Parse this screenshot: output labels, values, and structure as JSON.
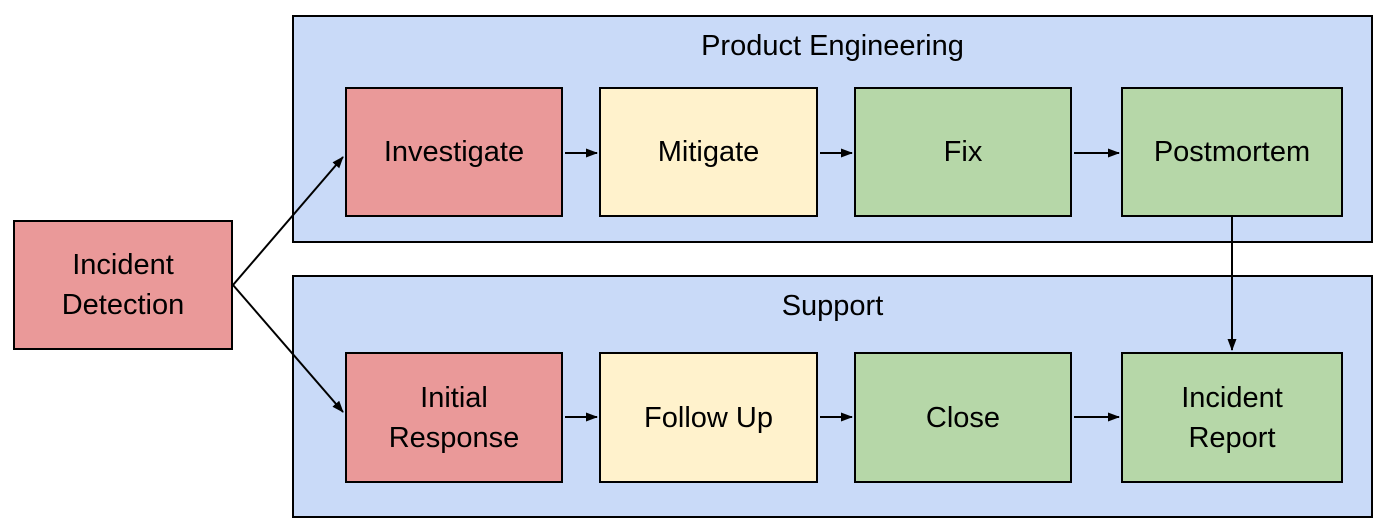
{
  "colors": {
    "canvas_bg": "#ffffff",
    "lane_fill": "#c9daf8",
    "border": "#000000",
    "node_red": "#ea9999",
    "node_yellow": "#fff2cc",
    "node_green": "#b6d7a8",
    "text": "#000000"
  },
  "start": {
    "label": "Incident\nDetection",
    "name": "Incident Detection",
    "color": "#ea9999"
  },
  "lanes": [
    {
      "title": "Product Engineering",
      "nodes": [
        {
          "label": "Investigate",
          "color": "#ea9999"
        },
        {
          "label": "Mitigate",
          "color": "#fff2cc"
        },
        {
          "label": "Fix",
          "color": "#b6d7a8"
        },
        {
          "label": "Postmortem",
          "color": "#b6d7a8"
        }
      ]
    },
    {
      "title": "Support",
      "nodes": [
        {
          "label": "Initial\nResponse",
          "name": "Initial Response",
          "color": "#ea9999"
        },
        {
          "label": "Follow Up",
          "color": "#fff2cc"
        },
        {
          "label": "Close",
          "color": "#b6d7a8"
        },
        {
          "label": "Incident\nReport",
          "name": "Incident Report",
          "color": "#b6d7a8"
        }
      ]
    }
  ],
  "edges": [
    {
      "from": "Incident Detection",
      "to": "Investigate"
    },
    {
      "from": "Incident Detection",
      "to": "Initial Response"
    },
    {
      "from": "Investigate",
      "to": "Mitigate"
    },
    {
      "from": "Mitigate",
      "to": "Fix"
    },
    {
      "from": "Fix",
      "to": "Postmortem"
    },
    {
      "from": "Postmortem",
      "to": "Incident Report"
    },
    {
      "from": "Initial Response",
      "to": "Follow Up"
    },
    {
      "from": "Follow Up",
      "to": "Close"
    },
    {
      "from": "Close",
      "to": "Incident Report"
    }
  ]
}
